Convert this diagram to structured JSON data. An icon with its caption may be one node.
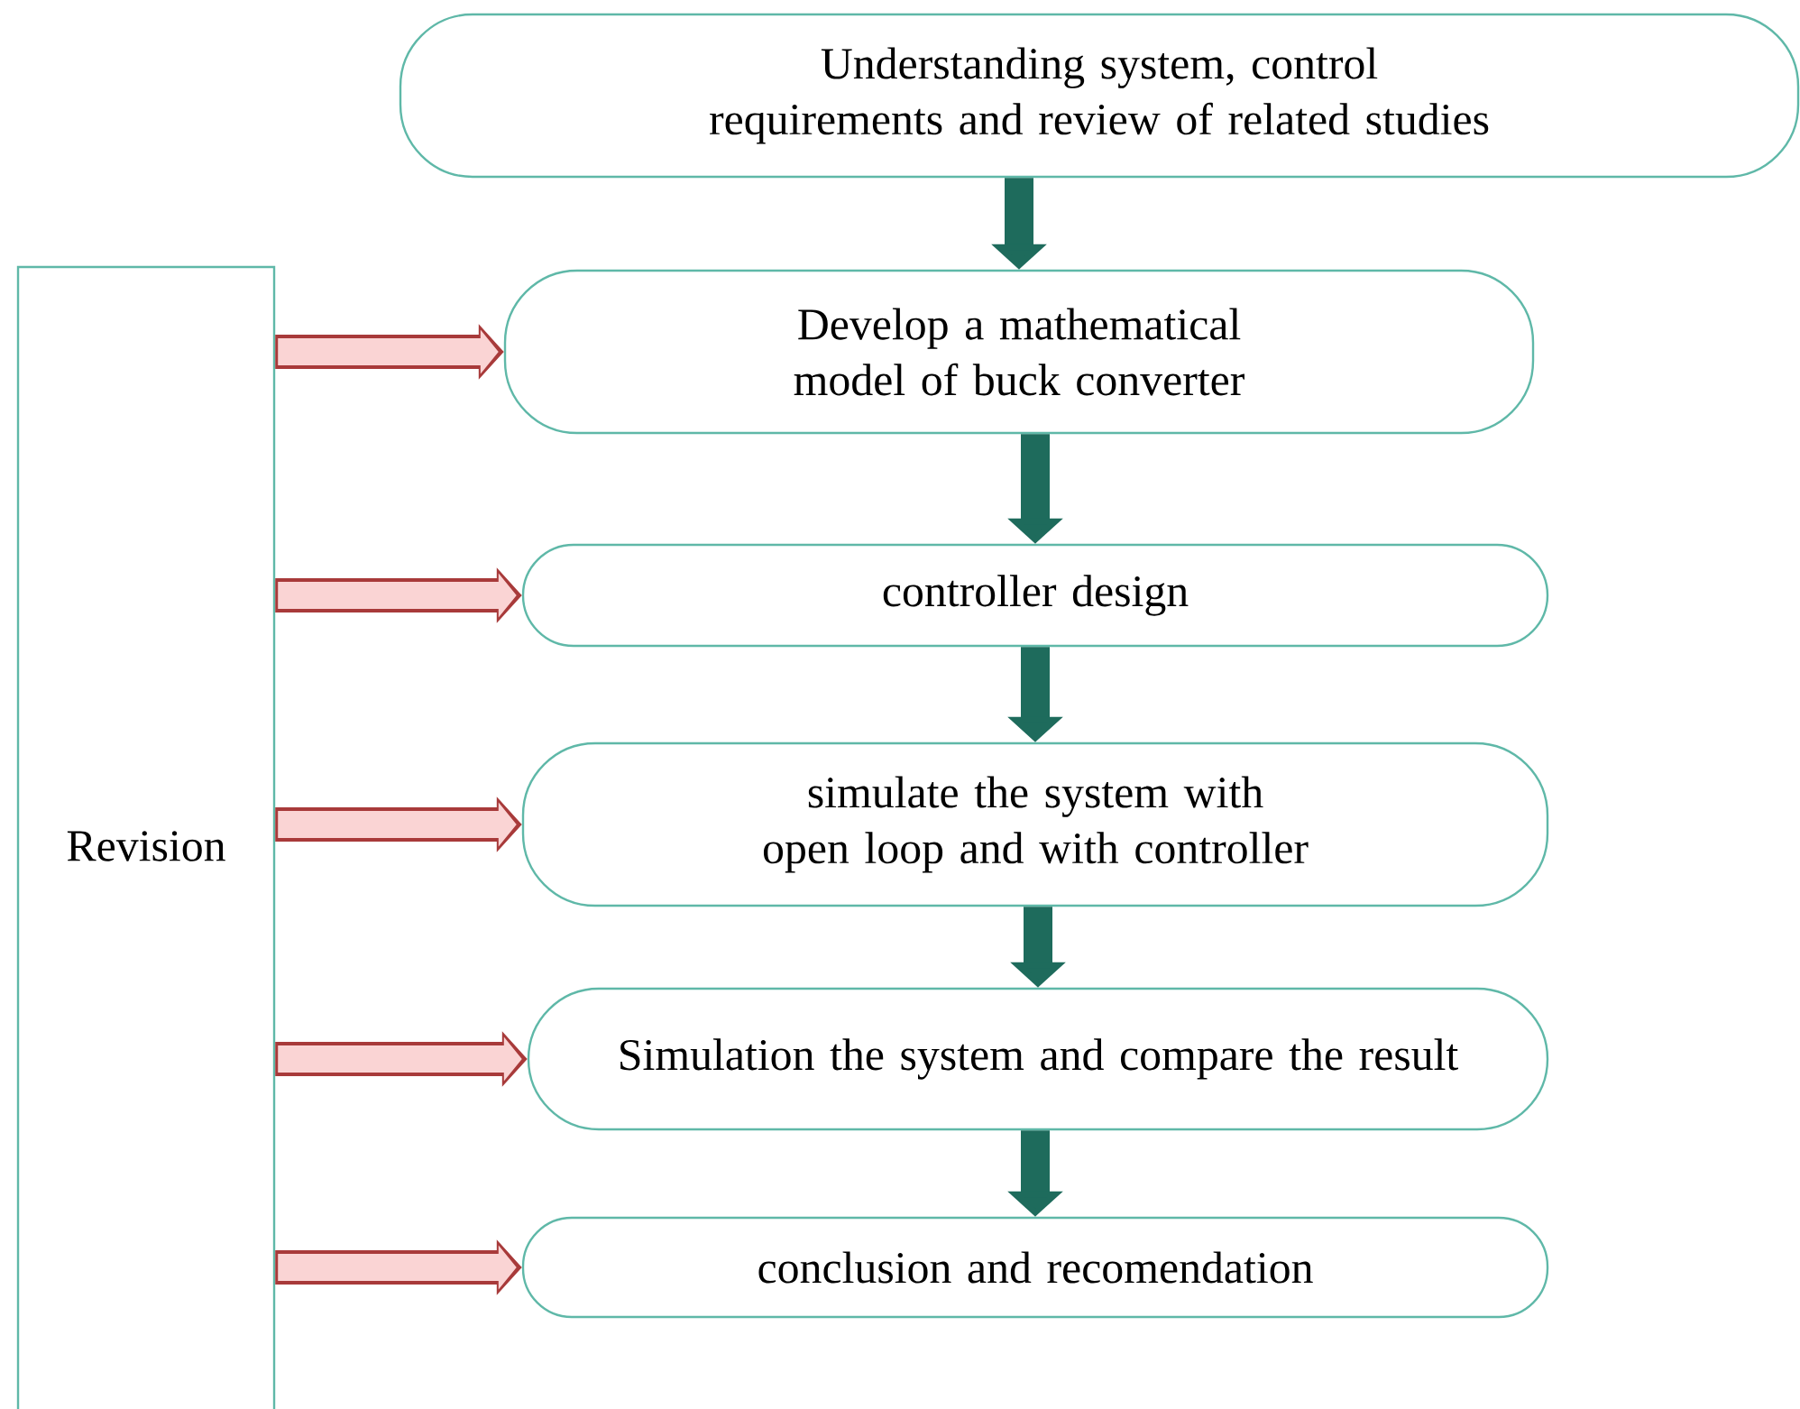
{
  "diagram": {
    "nodes": [
      {
        "text": [
          "Understanding system, control requirements and review of related studies"
        ]
      },
      {
        "text": [
          "Develop a mathematical model of buck converter"
        ]
      },
      {
        "text": [
          "controller design"
        ]
      },
      {
        "text": [
          "simulate the system with open loop and with controller"
        ]
      },
      {
        "text": [
          "Simulation the system and compare the result"
        ]
      },
      {
        "text": [
          "conclusion and recomendation"
        ]
      },
      {
        "text": [
          "Revision"
        ]
      }
    ],
    "edges": [
      {
        "from": 0,
        "to": 1,
        "arrow": "to"
      },
      {
        "from": 1,
        "to": 2,
        "arrow": "to"
      },
      {
        "from": 2,
        "to": 3,
        "arrow": "to"
      },
      {
        "from": 3,
        "to": 4,
        "arrow": "to"
      },
      {
        "from": 4,
        "to": 5,
        "arrow": "to"
      },
      {
        "from": 6,
        "to": 1,
        "arrow": "to",
        "color": "#a83a3a"
      },
      {
        "from": 6,
        "to": 2,
        "arrow": "to",
        "color": "#a83a3a"
      },
      {
        "from": 6,
        "to": 3,
        "arrow": "to",
        "color": "#a83a3a"
      },
      {
        "from": 6,
        "to": 4,
        "arrow": "to",
        "color": "#a83a3a"
      },
      {
        "from": 6,
        "to": 5,
        "arrow": "to",
        "color": "#a83a3a"
      }
    ]
  }
}
